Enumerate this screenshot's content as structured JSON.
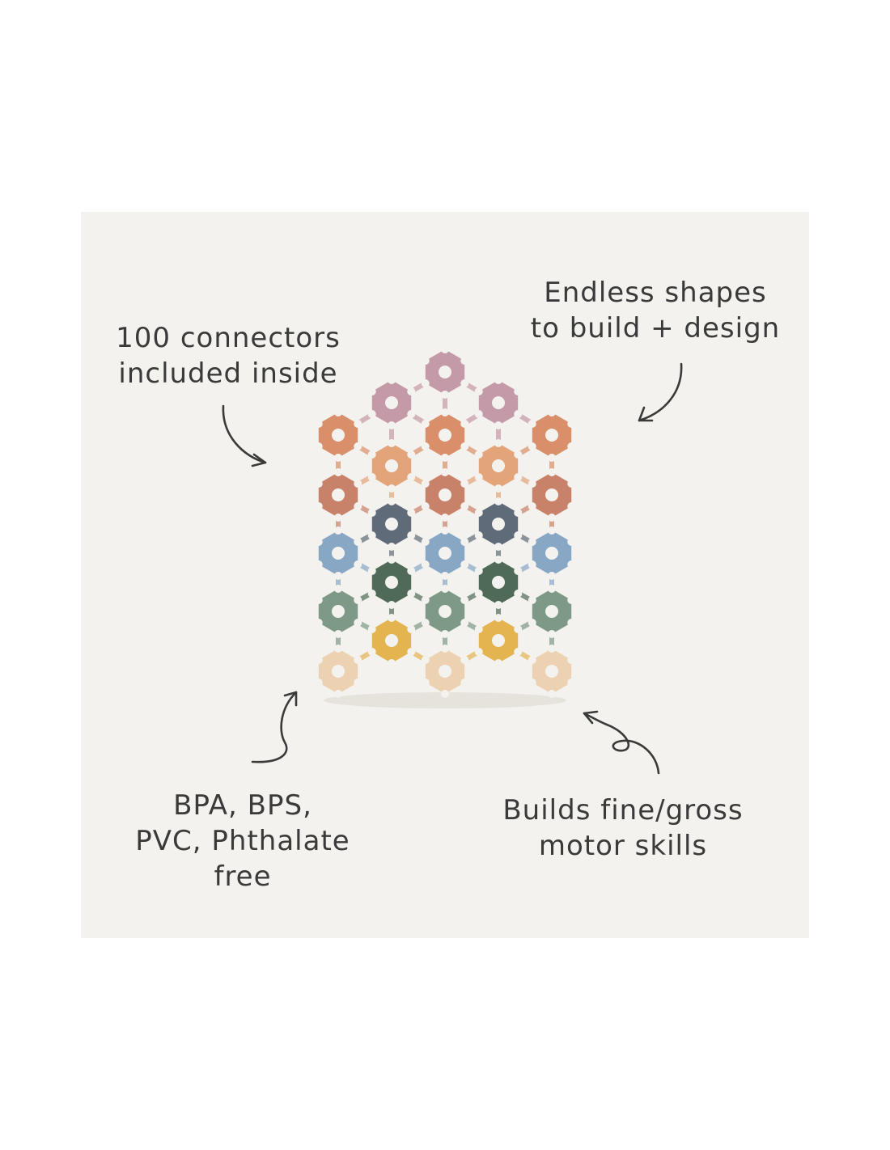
{
  "callouts": {
    "connectors": "100 connectors\nincluded inside",
    "shapes": "Endless shapes\nto build + design",
    "safety": "BPA, BPS,\nPVC, Phthalate\nfree",
    "skills": "Builds fine/gross\nmotor skills"
  },
  "icons": [
    "curved-arrow-icon"
  ],
  "colors": {
    "background": "#f3f2ef",
    "text": "#3a3a3a",
    "tile_rows": [
      "#c59aa8",
      "#c59aa8",
      "#d9906a",
      "#e3a47a",
      "#c9826a",
      "#5f6b78",
      "#87a7c4",
      "#4f6b58",
      "#7e9985",
      "#e3b450",
      "#ecd2b2"
    ]
  }
}
